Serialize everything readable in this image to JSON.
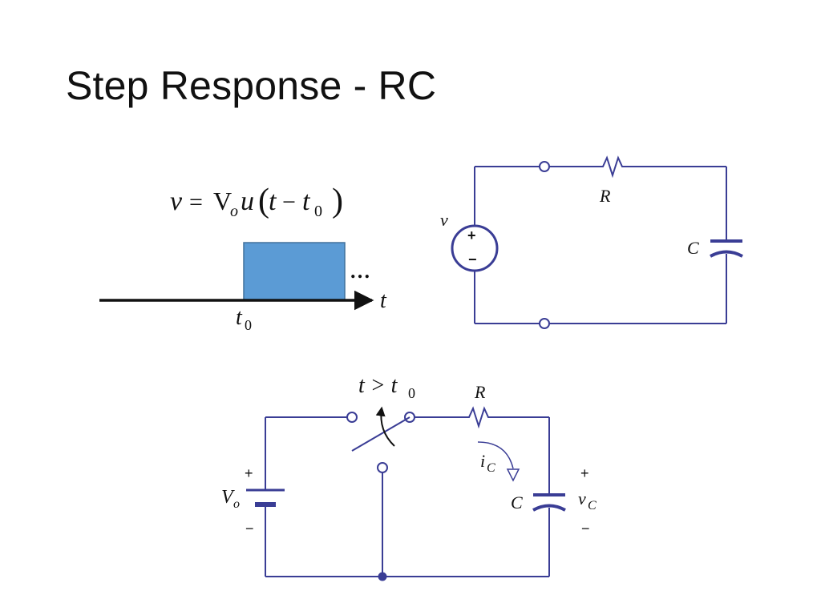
{
  "slide": {
    "title": "Step Response - RC"
  },
  "equation": {
    "lhs": "v",
    "eq": "=",
    "amp": "V",
    "amp_sub": "o",
    "fn": "u",
    "lp": "(",
    "t": "t",
    "minus": "−",
    "t0": "t",
    "t0_sub": "0",
    "rp": ")"
  },
  "step_plot": {
    "ellipsis": "…",
    "axis_label": "t",
    "t0": "t",
    "t0_sub": "0"
  },
  "circuit_top": {
    "source_label": "v",
    "source_plus": "+",
    "source_minus": "−",
    "resistor_label": "R",
    "capacitor_label": "C"
  },
  "circuit_bottom": {
    "condition": "t > t",
    "condition_sub": "0",
    "resistor_label": "R",
    "battery_label": "V",
    "battery_sub": "o",
    "battery_plus": "+",
    "battery_minus": "−",
    "current_label": "i",
    "current_sub": "C",
    "capacitor_label": "C",
    "vc_label": "v",
    "vc_sub": "C",
    "vc_plus": "+",
    "vc_minus": "−"
  },
  "colors": {
    "wire": "#3a3d95",
    "pulse_fill": "#5b9bd5",
    "pulse_stroke": "#41719c",
    "text": "#111111"
  }
}
